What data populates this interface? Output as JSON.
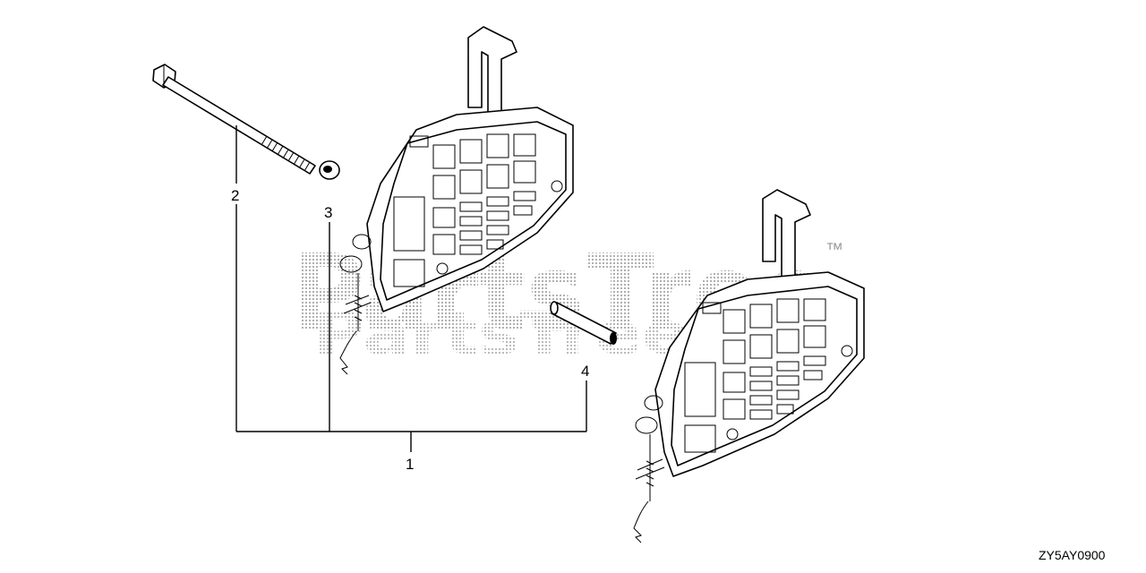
{
  "watermark": {
    "brand": "PartsTree",
    "trademark": "™",
    "color": "#bdbdbd"
  },
  "callouts": [
    {
      "id": "1",
      "label": "1"
    },
    {
      "id": "2",
      "label": "2"
    },
    {
      "id": "3",
      "label": "3"
    },
    {
      "id": "4",
      "label": "4"
    }
  ],
  "diagram_code": "ZY5AY0900",
  "parts": [
    {
      "name": "remote-control-box",
      "callout": "1"
    },
    {
      "name": "bolt",
      "callout": "2"
    },
    {
      "name": "washer",
      "callout": "3"
    },
    {
      "name": "pin",
      "callout": "4"
    }
  ]
}
